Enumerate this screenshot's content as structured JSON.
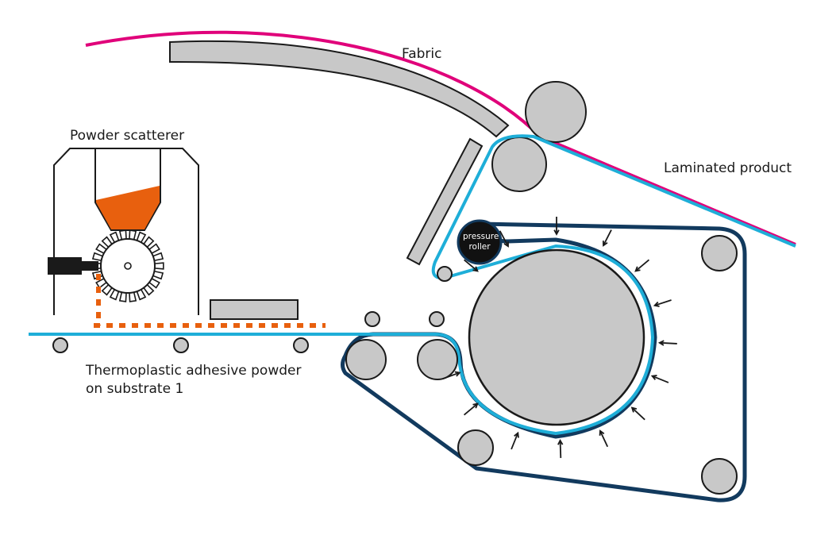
{
  "labels": {
    "fabric": "Fabric",
    "powder_scatterer": "Powder scatterer",
    "laminated_product": "Laminated product",
    "pressure_roller_line1": "pressure",
    "pressure_roller_line2": "roller",
    "adhesive_line1": "Thermoplastic adhesive powder",
    "adhesive_line2": "on substrate 1"
  },
  "colors": {
    "fabric_line": "#e0007a",
    "substrate_line": "#1eaed8",
    "belt": "#123a5e",
    "roller_fill": "#c8c8c8",
    "powder": "#e8600e",
    "outline": "#1a1a1a",
    "pressure_roller": "#111111"
  }
}
